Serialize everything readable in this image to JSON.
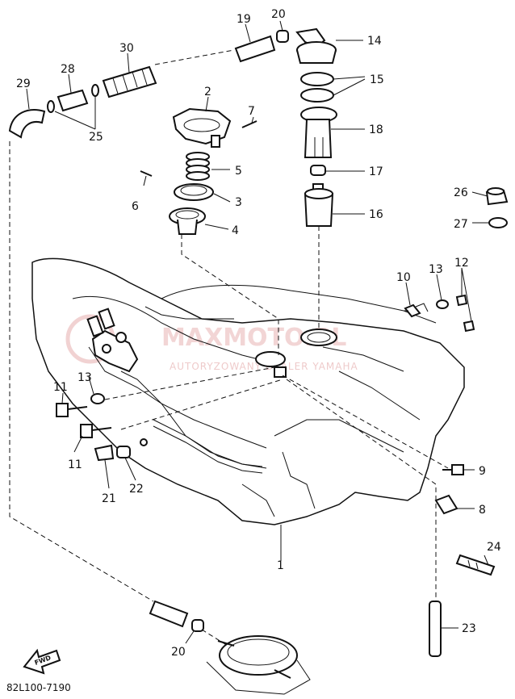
{
  "watermark": {
    "brand": "MAXMOTO.PL",
    "tagline": "AUTORYZOWANY DEALER YAMAHA"
  },
  "diagram_code": "82L100-7190",
  "fwd_label": "FWD",
  "callouts": {
    "c1": "1",
    "c2": "2",
    "c3": "3",
    "c4": "4",
    "c5": "5",
    "c6": "6",
    "c7": "7",
    "c8": "8",
    "c9": "9",
    "c10": "10",
    "c11a": "11",
    "c11b": "11",
    "c12": "12",
    "c13a": "13",
    "c13b": "13",
    "c14": "14",
    "c15": "15",
    "c16": "16",
    "c17": "17",
    "c18": "18",
    "c19": "19",
    "c20a": "20",
    "c20b": "20",
    "c21": "21",
    "c22": "22",
    "c23": "23",
    "c24": "24",
    "c25": "25",
    "c26": "26",
    "c27": "27",
    "c28": "28",
    "c29": "29",
    "c30": "30"
  },
  "colors": {
    "line": "#111111",
    "watermark": "#e8b4b4",
    "background": "#ffffff"
  }
}
